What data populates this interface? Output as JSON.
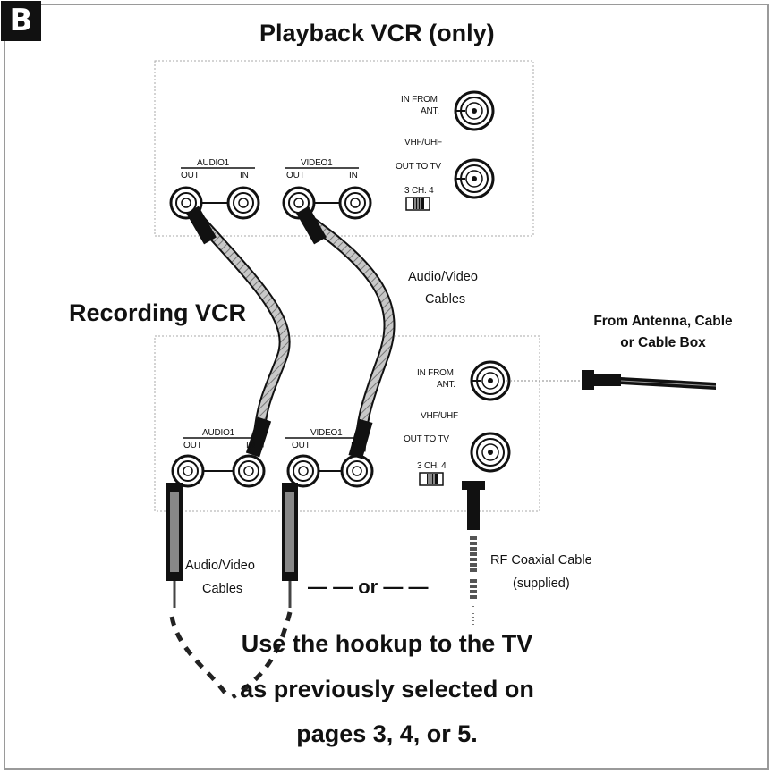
{
  "badge": "B",
  "playback_title": "Playback VCR (only)",
  "recording_title": "Recording VCR",
  "ports": {
    "in_from": "IN FROM",
    "ant": "ANT.",
    "vhf_uhf": "VHF/UHF",
    "out_to_tv": "OUT TO TV",
    "ch_switch": "3 CH. 4",
    "audio1": "AUDIO1",
    "video1": "VIDEO1",
    "out": "OUT",
    "in": "IN"
  },
  "labels": {
    "av_cables_upper": "Audio/Video",
    "av_cables_upper_2": "Cables",
    "av_cables_lower": "Audio/Video",
    "av_cables_lower_2": "Cables",
    "or": "— — or — —",
    "antenna_1": "From Antenna, Cable",
    "antenna_2": "or Cable Box",
    "rf_1": "RF Coaxial Cable",
    "rf_2": "(supplied)"
  },
  "footer": {
    "line1": "Use the hookup to the TV",
    "line2": "as previously selected on",
    "line3": "pages 3, 4, or 5."
  }
}
